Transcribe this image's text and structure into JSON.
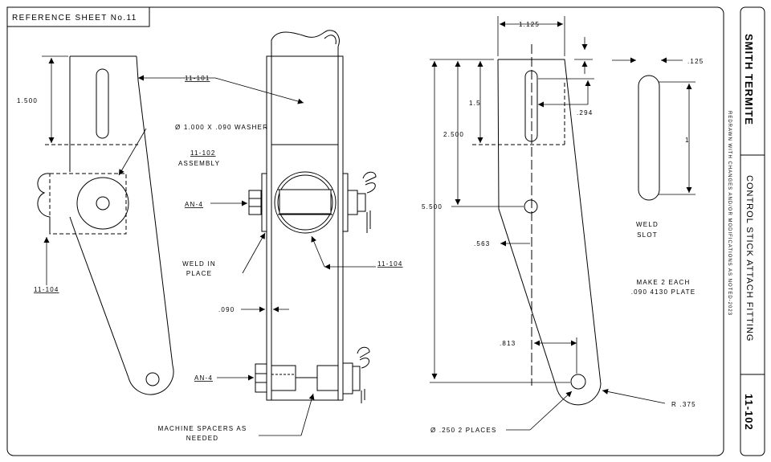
{
  "title_block": {
    "reference": "REFERENCE SHEET No.11",
    "aircraft": "SMITH TERMITE",
    "note": "REDRAWN WITH CHANGES AND/OR MODIFICATIONS AS NOTED-2023",
    "part_name": "CONTROL STICK ATTACH FITTING",
    "part_number": "11-102"
  },
  "left_view": {
    "ref_11_101": "11-101",
    "dim_1500": "1.500",
    "washer": "Ø 1.000 X .090 WASHER",
    "assembly_num": "11-102",
    "assembly_word": "ASSEMBLY",
    "ref_11_104": "11-104"
  },
  "center_view": {
    "an4_top": "AN-4",
    "weld_line1": "WELD IN",
    "weld_line2": "PLACE",
    "ref_11_104": "11-104",
    "dim_090": ".090",
    "an4_bottom": "AN-4",
    "spacers_line1": "MACHINE SPACERS AS",
    "spacers_line2": "NEEDED"
  },
  "right_view": {
    "dim_1125": "1.125",
    "dim_125": ".125",
    "dim_15": "1.5",
    "dim_294": ".294",
    "dim_2500": "2.500",
    "dim_1": "1",
    "dim_5500": "5.500",
    "dim_563": ".563",
    "dim_813": ".813",
    "weld_slot1": "WELD",
    "weld_slot2": "SLOT",
    "make1": "MAKE 2 EACH",
    "make2": ".090 4130 PLATE",
    "radius": "R .375",
    "holes": "Ø .250 2 PLACES"
  }
}
